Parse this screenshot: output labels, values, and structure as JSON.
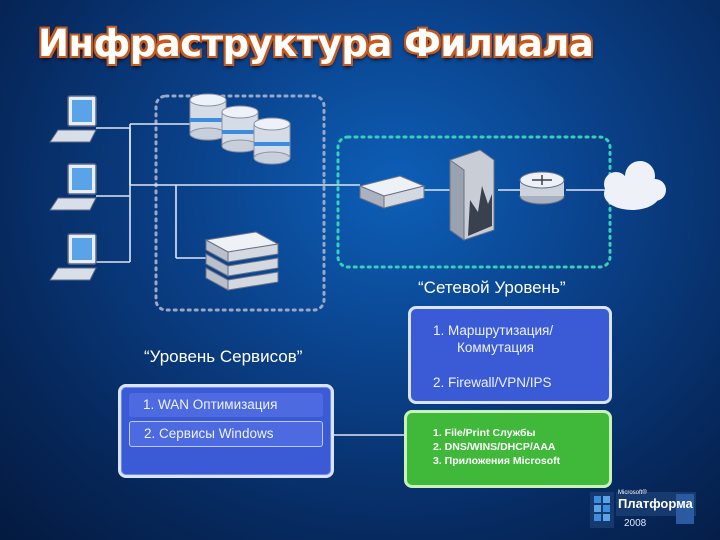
{
  "title": "Инфраструктура Филиала",
  "service_layer": {
    "caption": "“Уровень Сервисов”",
    "items": [
      "1.  WAN Оптимизация",
      "2.  Сервисы Windows"
    ]
  },
  "network_layer": {
    "caption": "“Сетевой Уровень”",
    "items": [
      "1.  Маршрутизация/",
      "Коммутация",
      "2.  Firewall/VPN/IPS"
    ]
  },
  "services_list": {
    "items": [
      "1.  File/Print Службы",
      "2.  DNS/WINS/DHCP/AAA",
      "3.  Приложения Microsoft"
    ]
  },
  "logo": {
    "brand": "Microsoft®",
    "name": "Платформа",
    "year": "2008"
  },
  "colors": {
    "box_blue": "#3b5bd6",
    "box_green": "#40b83a",
    "title_outline": "#c95a1c"
  }
}
